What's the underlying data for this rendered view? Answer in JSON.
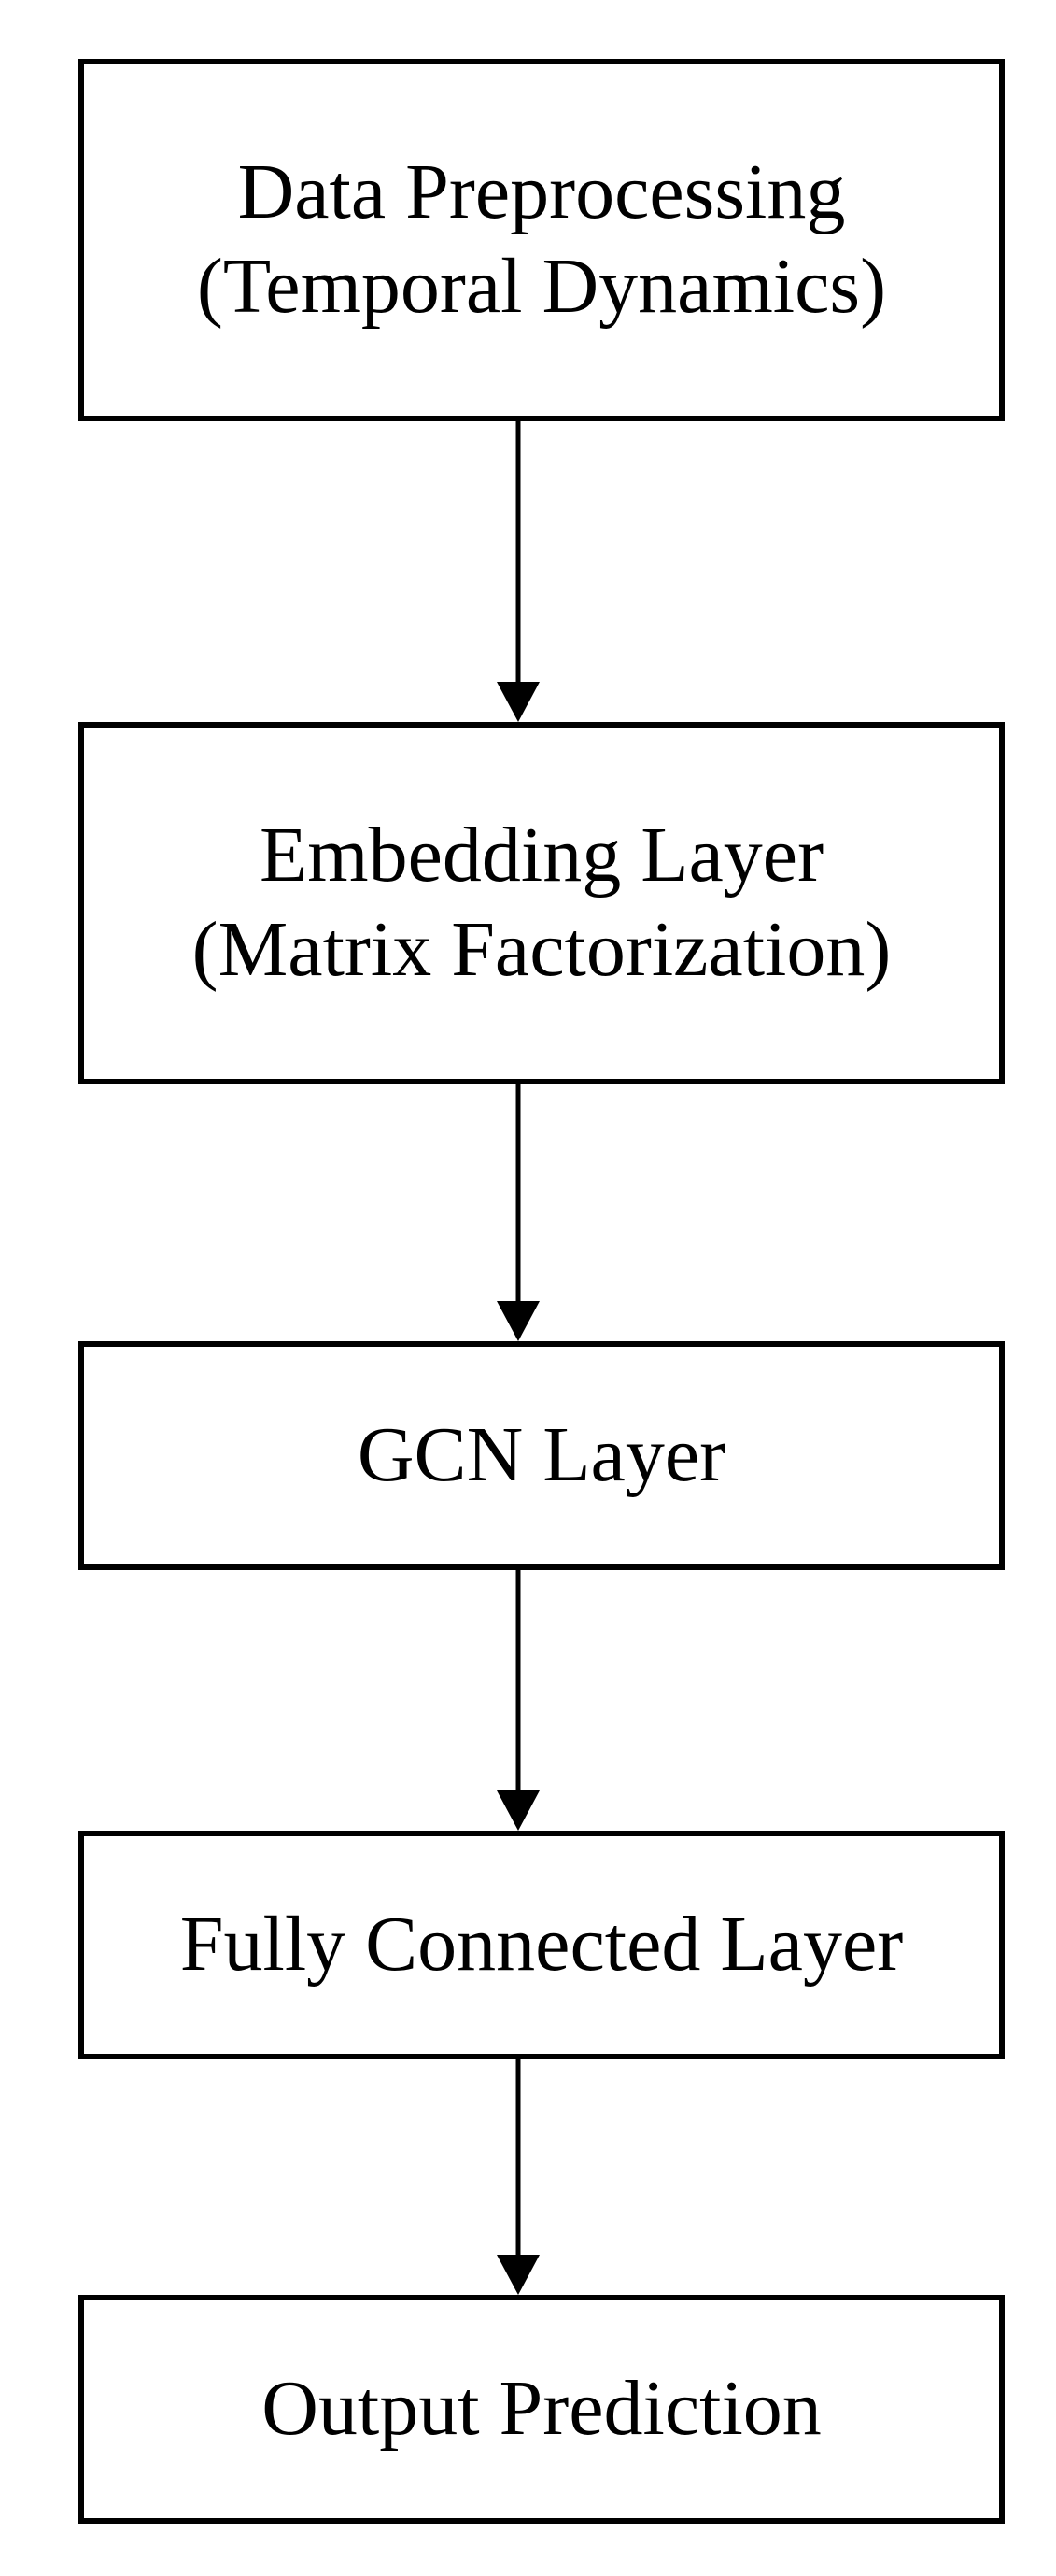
{
  "flowchart": {
    "steps": [
      {
        "line1": "Data Preprocessing",
        "line2": "(Temporal Dynamics)"
      },
      {
        "line1": "Embedding Layer",
        "line2": "(Matrix Factorization)"
      },
      {
        "line1": "GCN Layer"
      },
      {
        "line1": "Fully Connected Layer"
      },
      {
        "line1": "Output Prediction"
      }
    ]
  }
}
